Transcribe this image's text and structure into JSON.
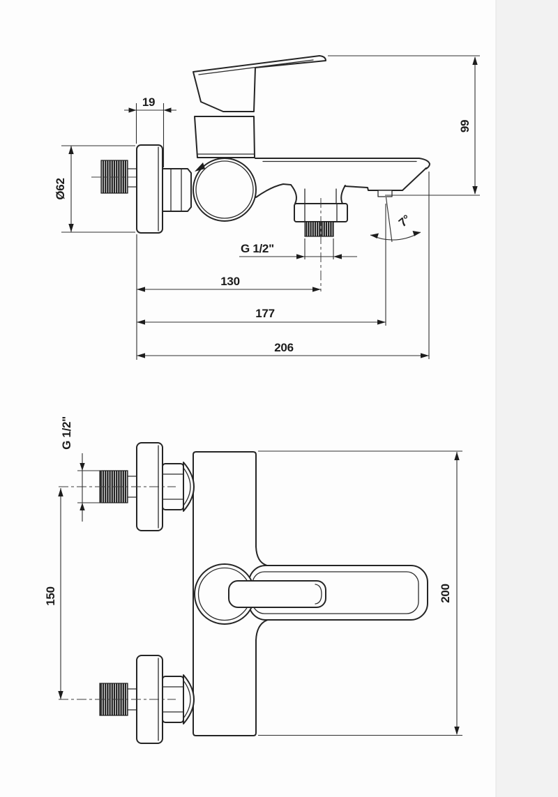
{
  "canvas": {
    "background": "#fdfdfd",
    "side_panel_color": "#f2f2f2",
    "line_color": "#252525",
    "dimension_text_color": "#1b1b1b"
  },
  "side_view": {
    "dims": {
      "wall_offset": "19",
      "flange_diameter": "Ø62",
      "spout_height": "99",
      "outlet_thread": "G 1/2\"",
      "outlet_distance": "130",
      "spout_outlet_reach": "177",
      "total_reach": "206",
      "spout_angle": "7°"
    }
  },
  "front_view": {
    "dims": {
      "connection_thread": "G 1/2\"",
      "connection_spacing": "150",
      "body_height": "200"
    }
  }
}
